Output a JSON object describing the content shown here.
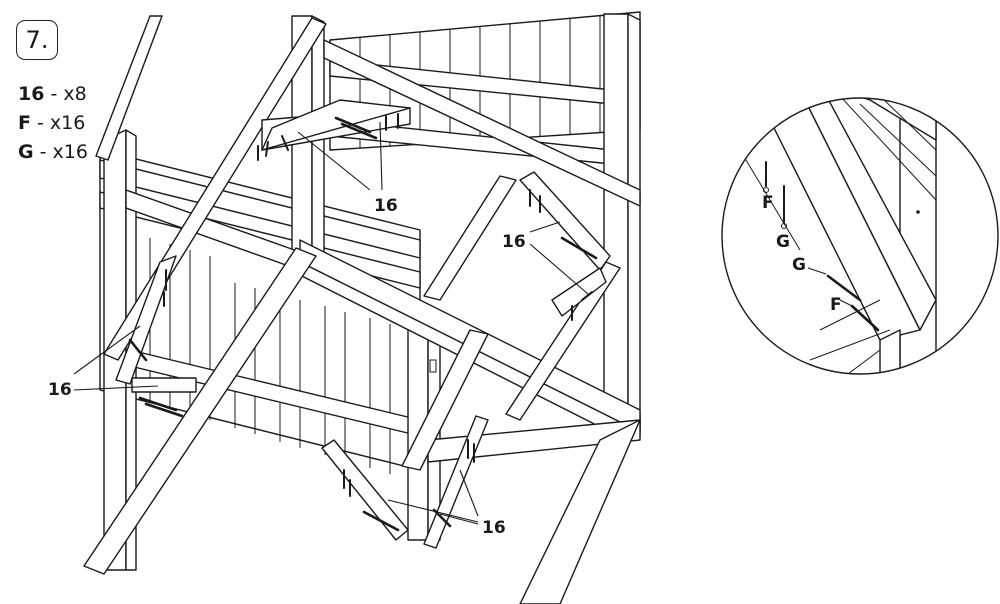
{
  "step": {
    "number": "7."
  },
  "parts": [
    {
      "id": "16",
      "qty": "x8"
    },
    {
      "id": "F",
      "qty": "x16"
    },
    {
      "id": "G",
      "qty": "x16"
    }
  ],
  "callouts": {
    "brace_label": "16",
    "fastener_f": "F",
    "fastener_g": "G"
  }
}
